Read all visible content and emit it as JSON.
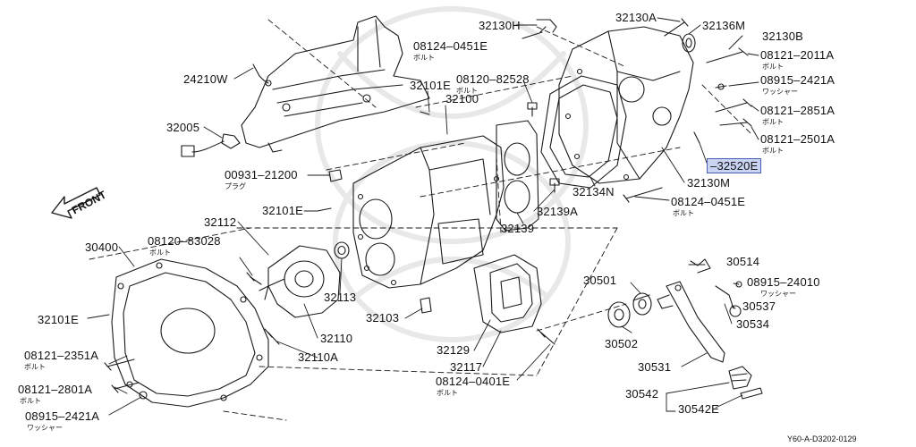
{
  "diagram": {
    "direction_label": "FRONT",
    "reference": "Y60-A-D3202-0129",
    "highlight_color": "#c9d3f2",
    "parts": {
      "p32130H": "32130H",
      "p32130A": "32130A",
      "p32136M": "32136M",
      "p32130B": "32130B",
      "p08124_0451E_top": "08124–0451E",
      "p08124_0451E_top_sub": "ボルト",
      "p08121_2011A": "08121–2011A",
      "p08121_2011A_sub": "ボルト",
      "p08915_2421A_r": "08915–2421A",
      "p08915_2421A_r_sub": "ワッシャー",
      "p08121_2851A": "08121–2851A",
      "p08121_2851A_sub": "ボルト",
      "p08121_2501A": "08121–2501A",
      "p08121_2501A_sub": "ボルト",
      "p32520E": "32520E",
      "p32130M": "32130M",
      "p08124_0451E_mid": "08124–0451E",
      "p08124_0451E_mid_sub": "ボルト",
      "p24210W": "24210W",
      "p08120_82528": "08120–82528",
      "p08120_82528_sub": "ボルト",
      "p32101E_top": "32101E",
      "p32100": "32100",
      "p32005": "32005",
      "p00931_21200": "00931–21200",
      "p00931_21200_sub": "プラグ",
      "p32134N": "32134N",
      "p32101E_mid": "32101E",
      "p32139A": "32139A",
      "p32139": "32139",
      "p32112": "32112",
      "p30400": "30400",
      "p08120_83028": "08120–83028",
      "p08120_83028_sub": "ボルト",
      "p30514": "30514",
      "p08915_24010": "08915–24010",
      "p08915_24010_sub": "ワッシャー",
      "p30501": "30501",
      "p30537": "30537",
      "p32113": "32113",
      "p32101E_left": "32101E",
      "p32103": "32103",
      "p32110": "32110",
      "p30534": "30534",
      "p30502": "30502",
      "p32129": "32129",
      "p32110A": "32110A",
      "p08121_2351A": "08121–2351A",
      "p08121_2351A_sub": "ボルト",
      "p32117": "32117",
      "p30531": "30531",
      "p08124_0401E": "08124–0401E",
      "p08124_0401E_sub": "ボルト",
      "p08121_2801A": "08121–2801A",
      "p08121_2801A_sub": "ボルト",
      "p30542": "30542",
      "p30542E": "30542E",
      "p08915_2421A_l": "08915–2421A",
      "p08915_2421A_l_sub": "ワッシャー"
    }
  }
}
